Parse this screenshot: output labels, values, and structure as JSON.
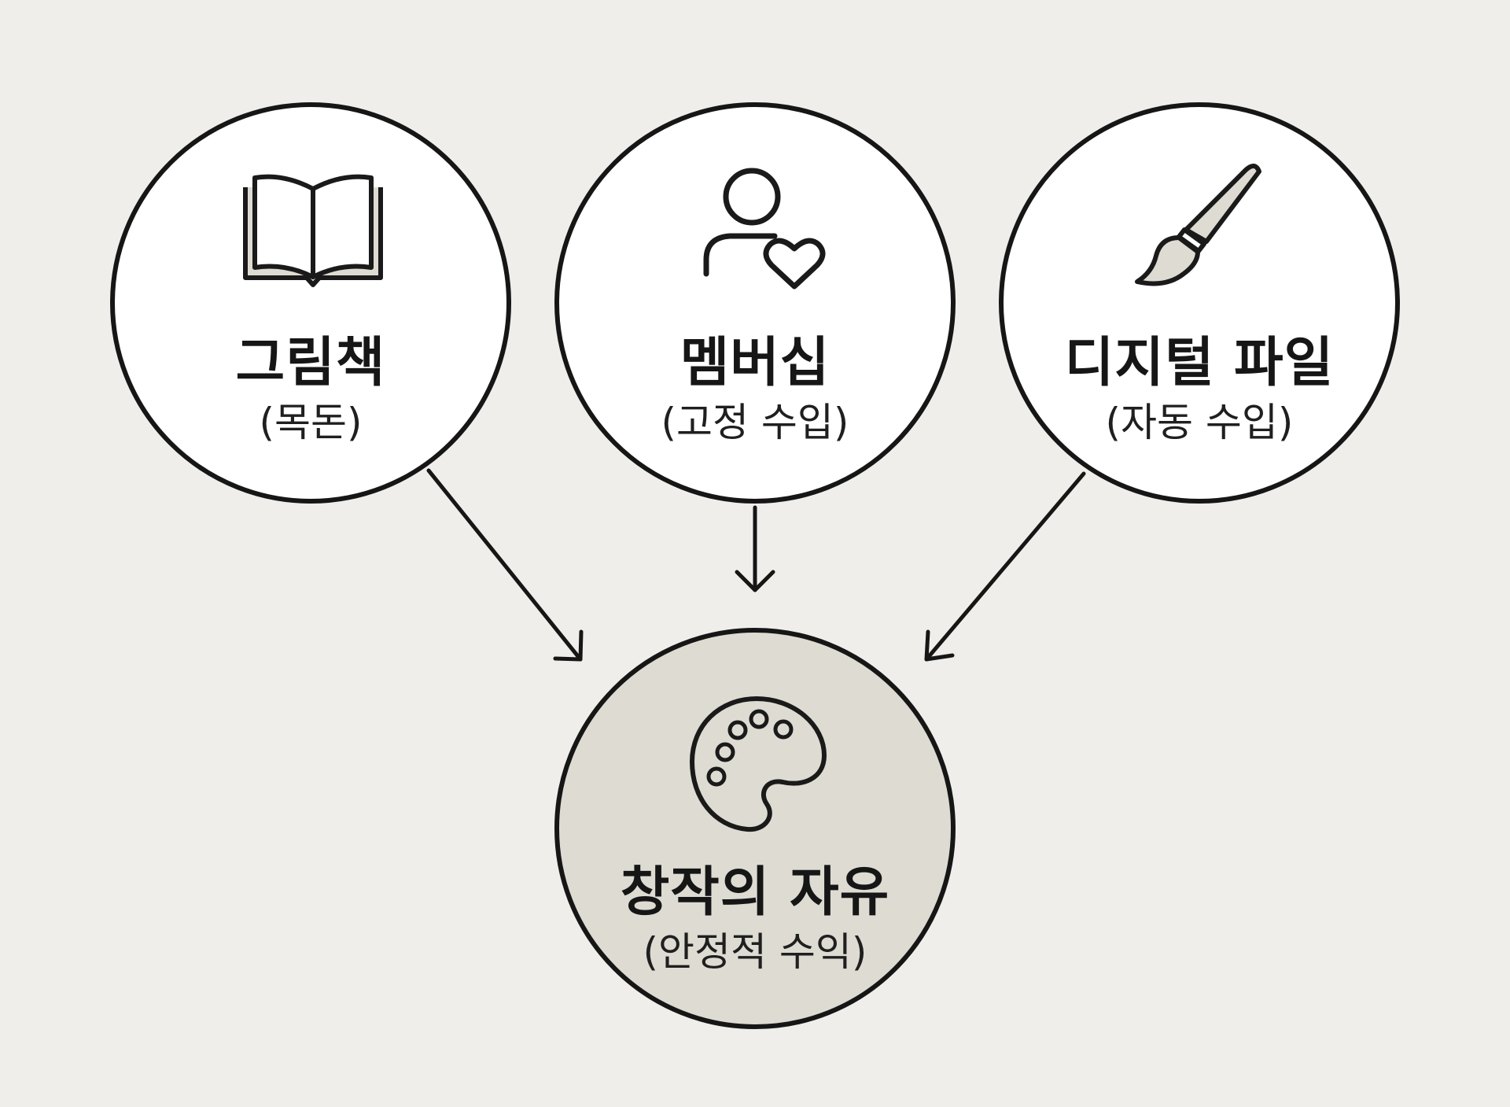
{
  "nodes": {
    "picture_book": {
      "title": "그림책",
      "subtitle": "(목돈)",
      "icon": "open-book-icon"
    },
    "membership": {
      "title": "멤버십",
      "subtitle": "(고정 수입)",
      "icon": "person-heart-icon"
    },
    "digital_file": {
      "title": "디지털 파일",
      "subtitle": "(자동 수입)",
      "icon": "paintbrush-icon"
    },
    "creative_freedom": {
      "title": "창작의 자유",
      "subtitle": "(안정적 수익)",
      "icon": "palette-icon"
    }
  },
  "edges": [
    {
      "from": "picture_book",
      "to": "creative_freedom"
    },
    {
      "from": "membership",
      "to": "creative_freedom"
    },
    {
      "from": "digital_file",
      "to": "creative_freedom"
    }
  ],
  "colors": {
    "background": "#efeeea",
    "node_fill": "#ffffff",
    "target_fill": "#dedbd2",
    "stroke": "#161616"
  }
}
